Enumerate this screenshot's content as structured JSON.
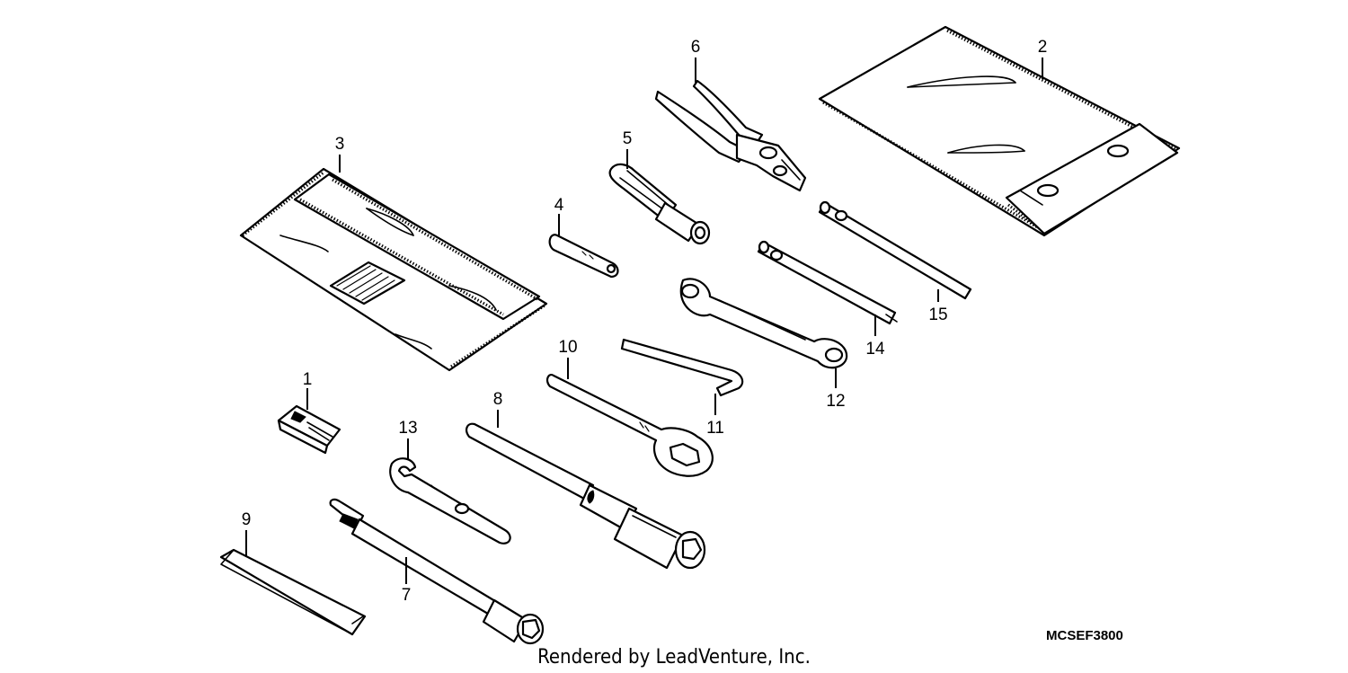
{
  "diagram": {
    "parts": [
      {
        "callout": "1",
        "icon": "tool-clip-icon"
      },
      {
        "callout": "2",
        "icon": "tool-bag-icon"
      },
      {
        "callout": "3",
        "icon": "tool-pouch-icon"
      },
      {
        "callout": "4",
        "icon": "pin-spanner-icon"
      },
      {
        "callout": "5",
        "icon": "screwdriver-handle-icon"
      },
      {
        "callout": "6",
        "icon": "pliers-icon"
      },
      {
        "callout": "7",
        "icon": "spark-plug-wrench-icon"
      },
      {
        "callout": "8",
        "icon": "spark-plug-wrench-icon"
      },
      {
        "callout": "9",
        "icon": "handle-sleeve-icon"
      },
      {
        "callout": "10",
        "icon": "box-wrench-icon"
      },
      {
        "callout": "11",
        "icon": "hex-key-icon"
      },
      {
        "callout": "12",
        "icon": "ring-wrench-icon"
      },
      {
        "callout": "13",
        "icon": "open-end-wrench-icon"
      },
      {
        "callout": "14",
        "icon": "phillips-screwdriver-icon"
      },
      {
        "callout": "15",
        "icon": "flat-screwdriver-icon"
      }
    ],
    "drawing_code": "MCSEF3800",
    "footer": "Rendered by LeadVenture, Inc."
  }
}
